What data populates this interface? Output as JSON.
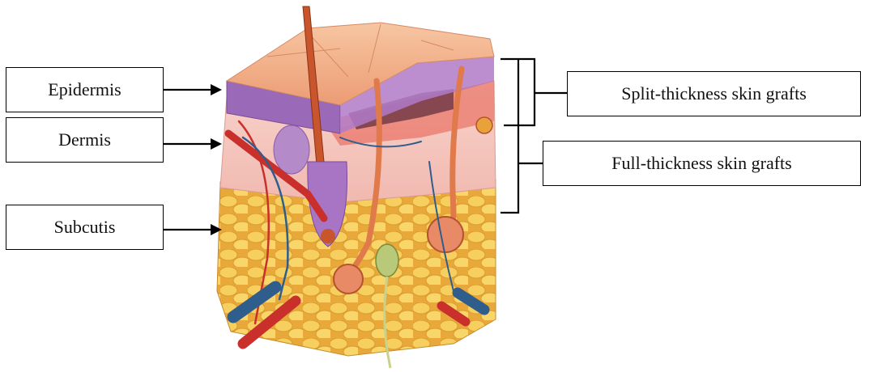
{
  "labels": {
    "epidermis": "Epidermis",
    "dermis": "Dermis",
    "subcutis": "Subcutis",
    "split_thickness": "Split-thickness skin grafts",
    "full_thickness": "Full-thickness skin grafts"
  },
  "colors": {
    "epidermis_surface": "#f2b48c",
    "dermis": "#f6c9c0",
    "subcutis_fat": "#f3c24a",
    "hair": "#c8552c",
    "artery": "#c9302c",
    "vein": "#2f5d8c",
    "gland": "#e9876a",
    "nerve_receptor": "#b9c97a"
  }
}
